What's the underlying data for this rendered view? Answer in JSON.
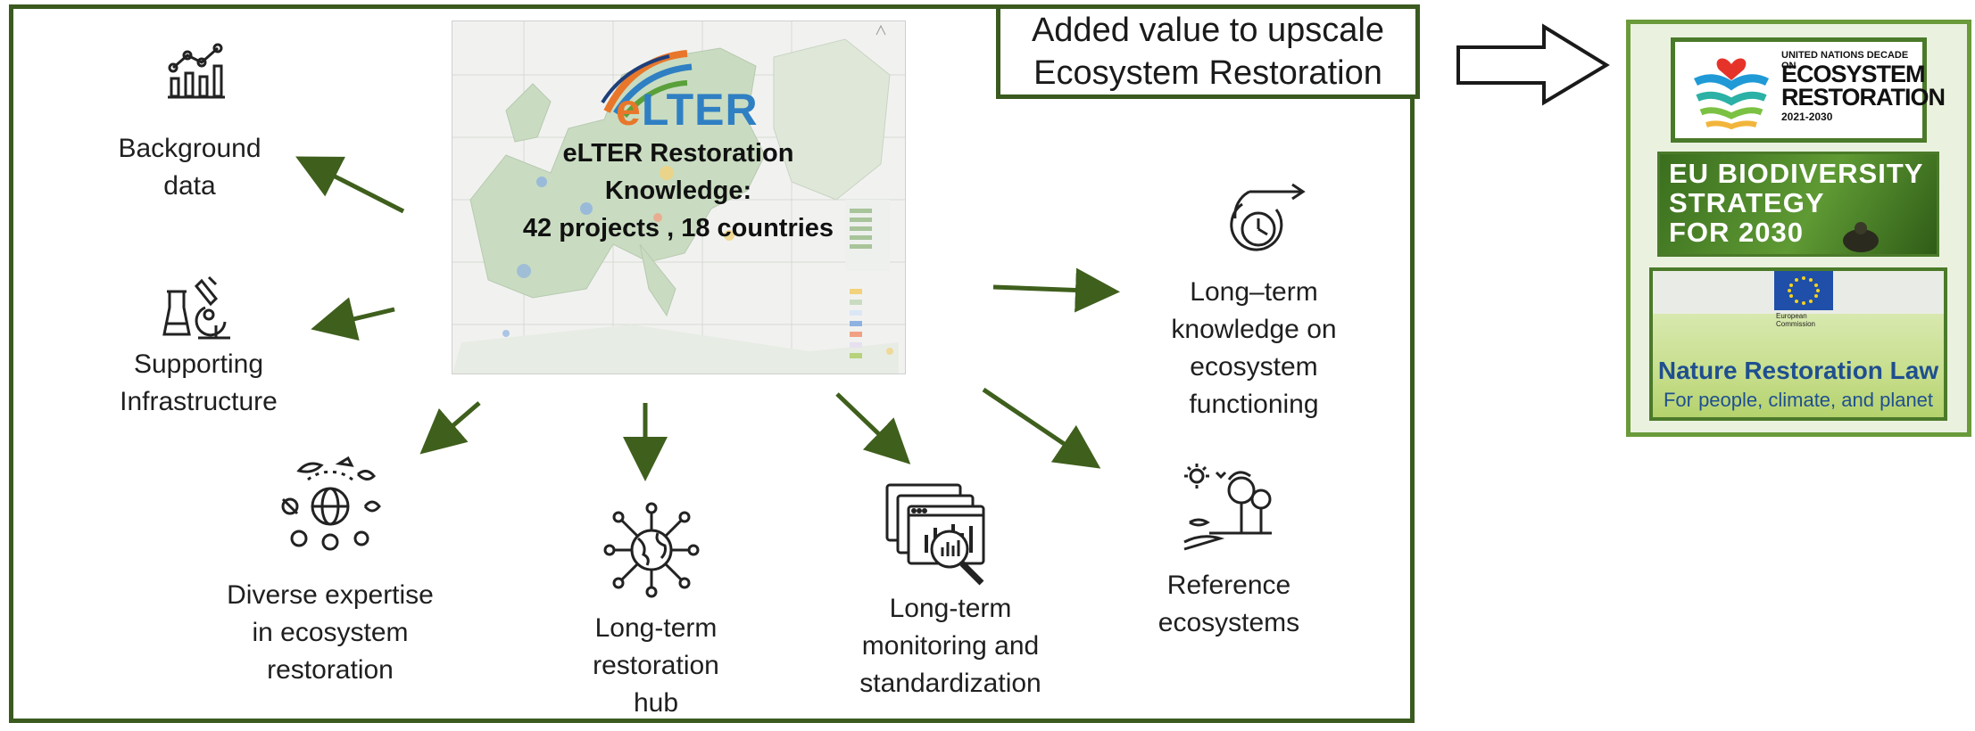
{
  "header": {
    "title_line1": "Added value to upscale",
    "title_line2": "Ecosystem Restoration"
  },
  "map": {
    "brand": "eLTER",
    "text_line1": "eLTER Restoration",
    "text_line2": "Knowledge:",
    "text_line3": "42 projects , 18 countries"
  },
  "nodes": {
    "background": {
      "line1": "Background",
      "line2": "data",
      "icon": "bar-chart-icon"
    },
    "infrastructure": {
      "line1": "Supporting",
      "line2": "Infrastructure",
      "icon": "lab-microscope-icon"
    },
    "expertise": {
      "line1": "Diverse expertise",
      "line2": "in ecosystem",
      "line3": "restoration",
      "icon": "globe-biodiversity-icon"
    },
    "hub": {
      "line1": "Long-term",
      "line2": "restoration",
      "line3": "hub",
      "icon": "network-globe-icon"
    },
    "monitoring": {
      "line1": "Long-term",
      "line2": "monitoring and",
      "line3": "standardization",
      "icon": "monitor-magnifier-icon"
    },
    "reference": {
      "line1": "Reference",
      "line2": "ecosystems",
      "icon": "landscape-icon"
    },
    "knowledge": {
      "line1": "Long–term",
      "line2": "knowledge on",
      "line3": "ecosystem",
      "line4": "functioning",
      "icon": "clock-arrow-icon"
    }
  },
  "policies": {
    "un_decade": {
      "top": "UNITED NATIONS DECADE ON",
      "big1": "ECOSYSTEM",
      "big2": "RESTORATION",
      "years": "2021-2030"
    },
    "eu_biodiversity": {
      "line1": "EU BIODIVERSITY",
      "line2": "STRATEGY",
      "line3": "FOR 2030"
    },
    "nrl": {
      "commission1": "European",
      "commission2": "Commission",
      "title": "Nature Restoration Law",
      "subtitle": "For people, climate, and planet"
    }
  },
  "colors": {
    "frame": "#3a5a1f",
    "arrow": "#3f5f1d",
    "elter_orange": "#e8772b",
    "elter_blue": "#2f7fc3",
    "nrl_blue": "#1f4f8f"
  }
}
